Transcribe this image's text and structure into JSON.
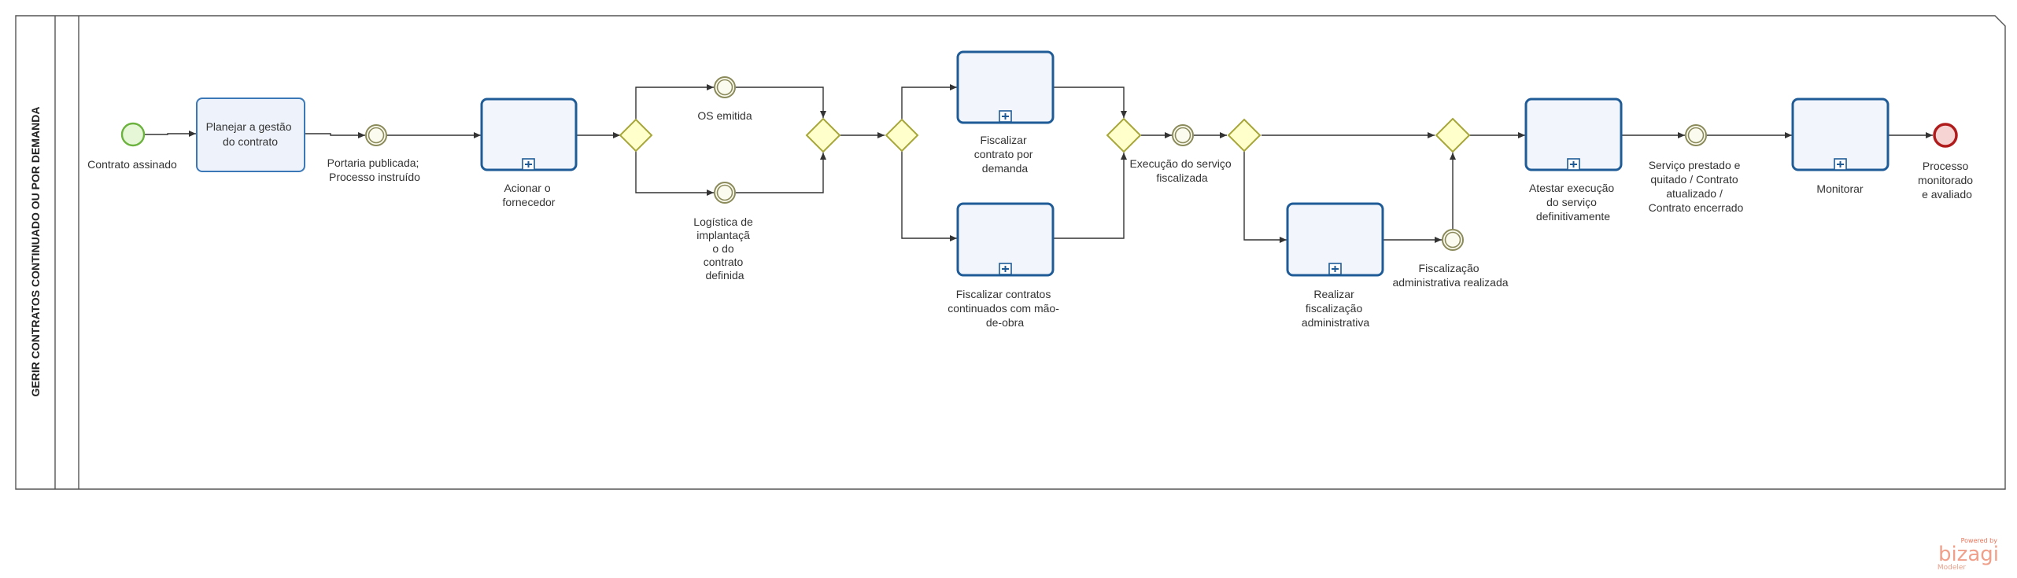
{
  "pool": {
    "title": "GERIR CONTRATOS CONTINUADO OU POR DEMANDA"
  },
  "start_event": {
    "label": "Contrato assinado"
  },
  "tasks": {
    "planejar": {
      "label_lines": [
        "Planejar a gestão",
        "do  contrato"
      ]
    },
    "acionar": {
      "label_lines": [
        "Acionar o",
        "fornecedor"
      ]
    },
    "fisc_demanda": {
      "label_lines": [
        "Fiscalizar",
        "contrato por",
        "demanda"
      ]
    },
    "fisc_continuados": {
      "label_lines": [
        "Fiscalizar contratos",
        "continuados com mão-",
        "de-obra"
      ]
    },
    "realizar_fisc": {
      "label_lines": [
        "Realizar",
        "fiscalização",
        "administrativa"
      ]
    },
    "atestar": {
      "label_lines": [
        "Atestar execução",
        "do serviço",
        "definitivamente"
      ]
    },
    "monitorar": {
      "label_lines": [
        "Monitorar"
      ]
    }
  },
  "events": {
    "portaria": {
      "label_lines": [
        "Portaria publicada;",
        "Processo instruído"
      ]
    },
    "os": {
      "label_lines": [
        "OS emitida"
      ]
    },
    "logistica": {
      "label_lines": [
        "Logística de",
        "implantaçã",
        "o do",
        "contrato",
        "definida"
      ]
    },
    "execucao": {
      "label_lines": [
        "Execução do serviço",
        "fiscalizada"
      ]
    },
    "fisc_adm": {
      "label_lines": [
        "Fiscalização",
        "administrativa realizada"
      ]
    },
    "servico": {
      "label_lines": [
        "Serviço prestado e",
        "quitado / Contrato",
        "atualizado /",
        "Contrato encerrado"
      ]
    }
  },
  "end_event": {
    "label_lines": [
      "Processo",
      "monitorado",
      "e avaliado"
    ]
  },
  "logo": {
    "top": "Powered by",
    "brand": "bizagi",
    "sub": "Modeler"
  },
  "colors": {
    "task_border": "#1f5c97",
    "gateway_fill": "#ffffcc",
    "start_event": "#6bb33e",
    "end_event": "#b01c1c",
    "brand": "#e8745a"
  }
}
